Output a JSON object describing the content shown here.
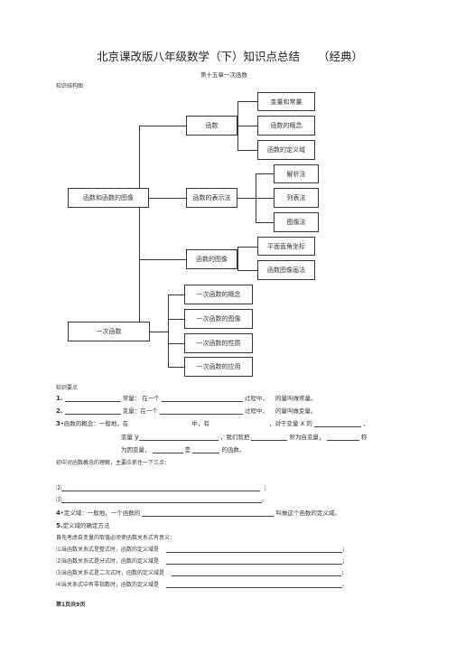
{
  "doc": {
    "title": "北京课改版八年级数学（下）知识点总结",
    "title_suffix": "（经典）",
    "chapter": "第十五章一次函数",
    "structure_label": "知识结构图",
    "points_label": "知识要点",
    "footer": "第1页共9页"
  },
  "diagram": {
    "root1": "函数和函数的图像",
    "root2": "一次函数",
    "func": "函数",
    "func_children": [
      "变量和常量",
      "函数的概念",
      "函数的定义域"
    ],
    "rep": "函数的表示法",
    "rep_children": [
      "解析法",
      "列表法",
      "图像法"
    ],
    "graph": "函数的图像",
    "graph_children": [
      "平面直角坐标",
      "函数图像画法"
    ],
    "linear_children": [
      "一次函数的概念",
      "一次函数的图像",
      "一次函数的性质",
      "一次函数的应用"
    ]
  },
  "items": {
    "l1_num": "1.",
    "l1_a": "常量：  在一个",
    "l1_b": "过程中，",
    "l1_c": "的量叫做常量。",
    "l2_num": "2.",
    "l2_a": "变量：在一个",
    "l2_b": "过程中，",
    "l2_c": "的量叫做变量。",
    "l3_num": "3",
    "l3_a": "•函数的概念：一般地，在",
    "l3_b": "中，有",
    "l3_c": "，对于变量",
    "l3_x": "x",
    "l3_d": "的",
    "l3_e": "，",
    "l4_a": "变量",
    "l4_y": "y",
    "l4_b": "，我们就把",
    "l4_c": "称为自变量，",
    "l4_d": "称",
    "l5_a": "为因变量，",
    "l5_b": "是",
    "l5_c": "的函数。",
    "l6": "初中对函数概念的理解，主要应抓住一下三点：",
    "l7_num": "⑵",
    "l7_end": "；",
    "l8_num": "⑶",
    "l8_end": "。",
    "l9_num": "4",
    "l9_a": "•定义域：一般地，一个函数的",
    "l9_b": "叫做这个函数的定义域。",
    "l10_num": "5.",
    "l10": "定义域的确定方法",
    "l11": "首先考虑自变量的取值必须使函数关系式有意义：",
    "l12": "⑴当函数关系式是整式时，函数的定义域是",
    "l12_end": "；",
    "l13": "⑵当函数关系式是分式时，函数的定义域是",
    "l13_end": "；",
    "l14": "⑶当函数关系式是二次式时，函数的定义域是",
    "l14_end": "；",
    "l15": "⑷当关系式中有零指数时，函数的定义域是",
    "l15_end": "。"
  }
}
